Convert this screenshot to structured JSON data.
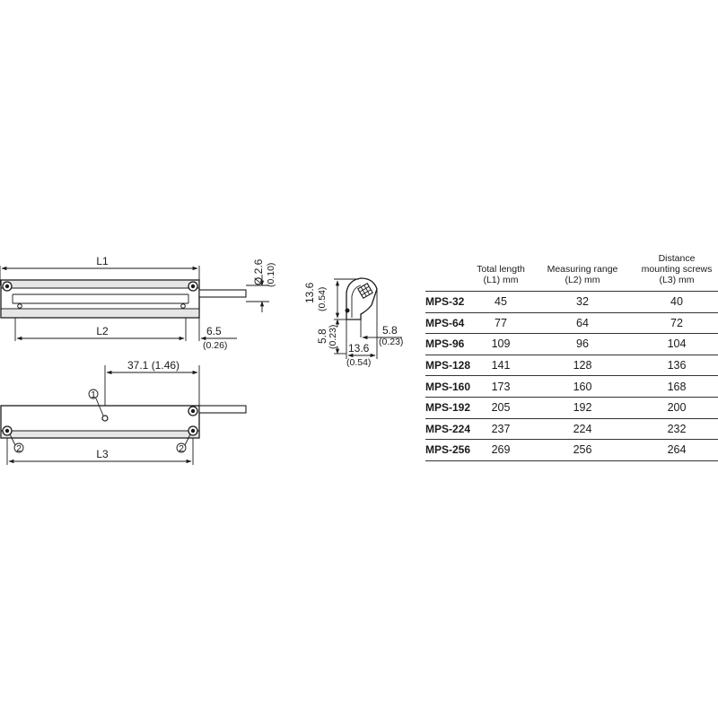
{
  "dimensions": {
    "top_view": {
      "l1": "L1",
      "l2": "L2",
      "cable_dia": "Ø 2.6",
      "cable_dia_inch": "(0.10)",
      "cable_offset": "6.5",
      "cable_offset_inch": "(0.26)"
    },
    "section_view": {
      "height": "13.6",
      "height_inch": "(0.54)",
      "lower": "5.8",
      "lower_inch": "(0.23)",
      "side": "5.8",
      "side_inch": "(0.23)",
      "width": "13.6",
      "width_inch": "(0.54)"
    },
    "bottom_view": {
      "marker_offset": "37.1 (1.46)",
      "l3": "L3",
      "callout_1": "1",
      "callout_2_left": "2",
      "callout_2_right": "2"
    }
  },
  "table": {
    "headers": {
      "model": "",
      "total_length": [
        "Total length",
        "(L1) mm"
      ],
      "measuring_range": [
        "Measuring range",
        "(L2) mm"
      ],
      "mounting": [
        "Distance",
        "mounting screws",
        "(L3) mm"
      ]
    },
    "rows": [
      {
        "model": "MPS-32",
        "l1": "45",
        "l2": "32",
        "l3": "40"
      },
      {
        "model": "MPS-64",
        "l1": "77",
        "l2": "64",
        "l3": "72"
      },
      {
        "model": "MPS-96",
        "l1": "109",
        "l2": "96",
        "l3": "104"
      },
      {
        "model": "MPS-128",
        "l1": "141",
        "l2": "128",
        "l3": "136"
      },
      {
        "model": "MPS-160",
        "l1": "173",
        "l2": "160",
        "l3": "168"
      },
      {
        "model": "MPS-192",
        "l1": "205",
        "l2": "192",
        "l3": "200"
      },
      {
        "model": "MPS-224",
        "l1": "237",
        "l2": "224",
        "l3": "232"
      },
      {
        "model": "MPS-256",
        "l1": "269",
        "l2": "256",
        "l3": "264"
      }
    ]
  }
}
